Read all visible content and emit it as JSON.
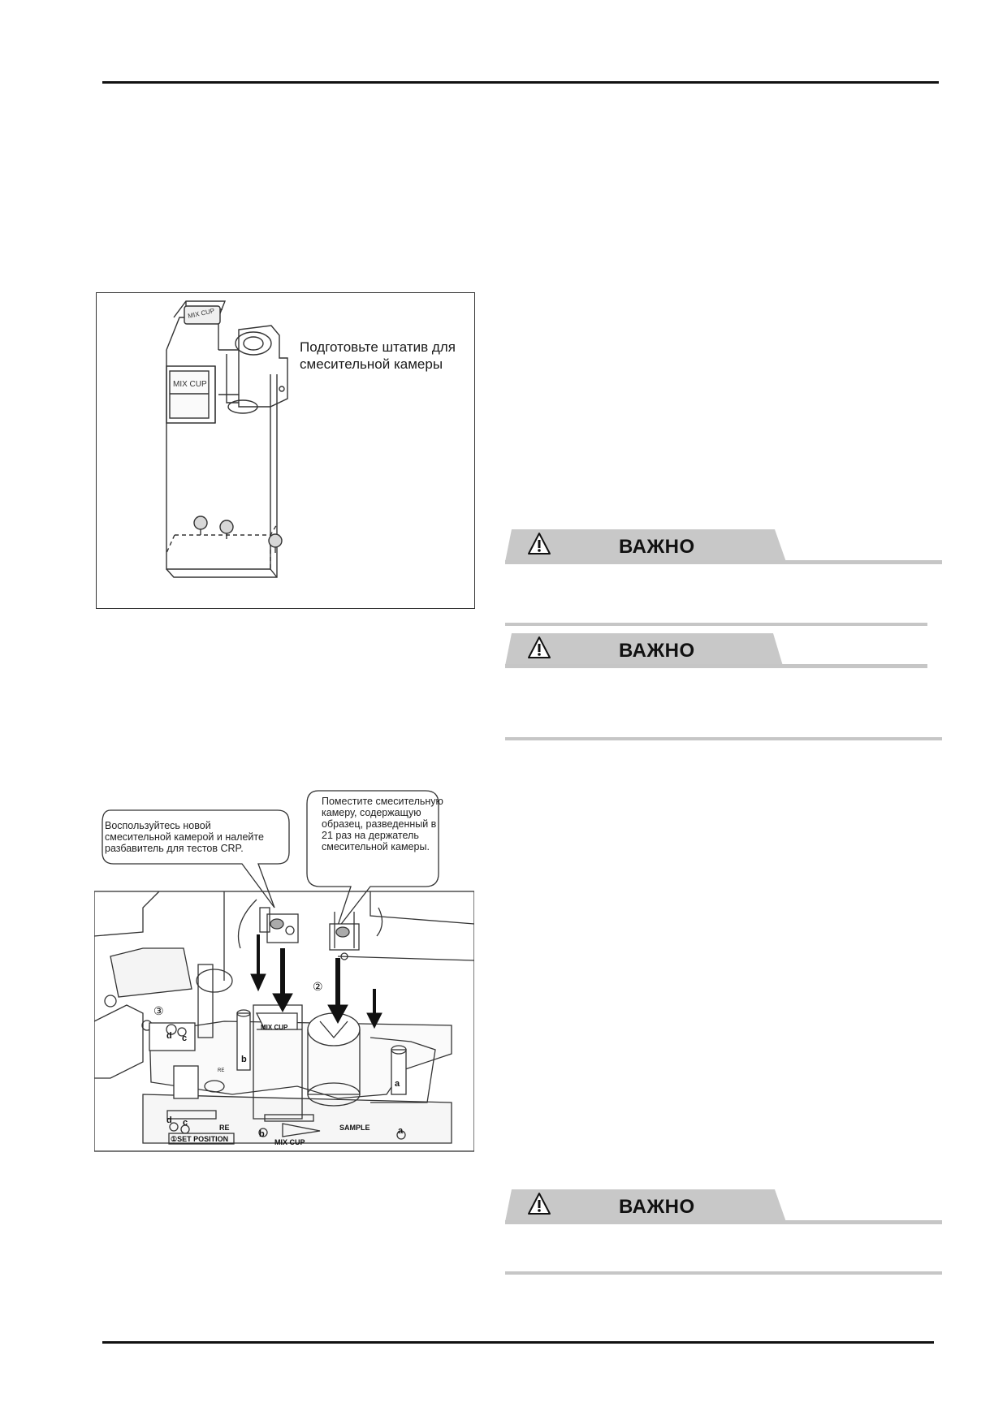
{
  "figure1": {
    "caption": "Подготовьте штатив для смесительной камеры",
    "top_label": "MIX CUP",
    "side_label": "MIX CUP"
  },
  "figure2": {
    "callout_left": "Воспользуйтесь новой смесительной камерой и налейте разбавитель для тестов CRP.",
    "callout_right": "Поместите смесительную камеру, содержащую образец, разведенный в 21 раз на держатель смесительной камеры.",
    "labels": {
      "mix_cup_top": "MIX CUP",
      "mix_cup_bottom": "MIX CUP",
      "sample": "SAMPLE",
      "set_position": "①SET POSITION",
      "re_top": "RE",
      "re_bottom": "RE",
      "a_top": "a",
      "a_bottom": "a",
      "b_top": "b",
      "b_bottom": "b",
      "c_top": "c",
      "c_bottom": "c",
      "d_top": "d",
      "d_bottom": "d",
      "circle_2": "②",
      "circle_3": "③"
    }
  },
  "warnings": [
    {
      "title": "ВАЖНО",
      "icon": "warning-triangle-icon"
    },
    {
      "title": "ВАЖНО",
      "icon": "warning-triangle-icon"
    },
    {
      "title": "ВАЖНО",
      "icon": "warning-triangle-icon"
    }
  ]
}
